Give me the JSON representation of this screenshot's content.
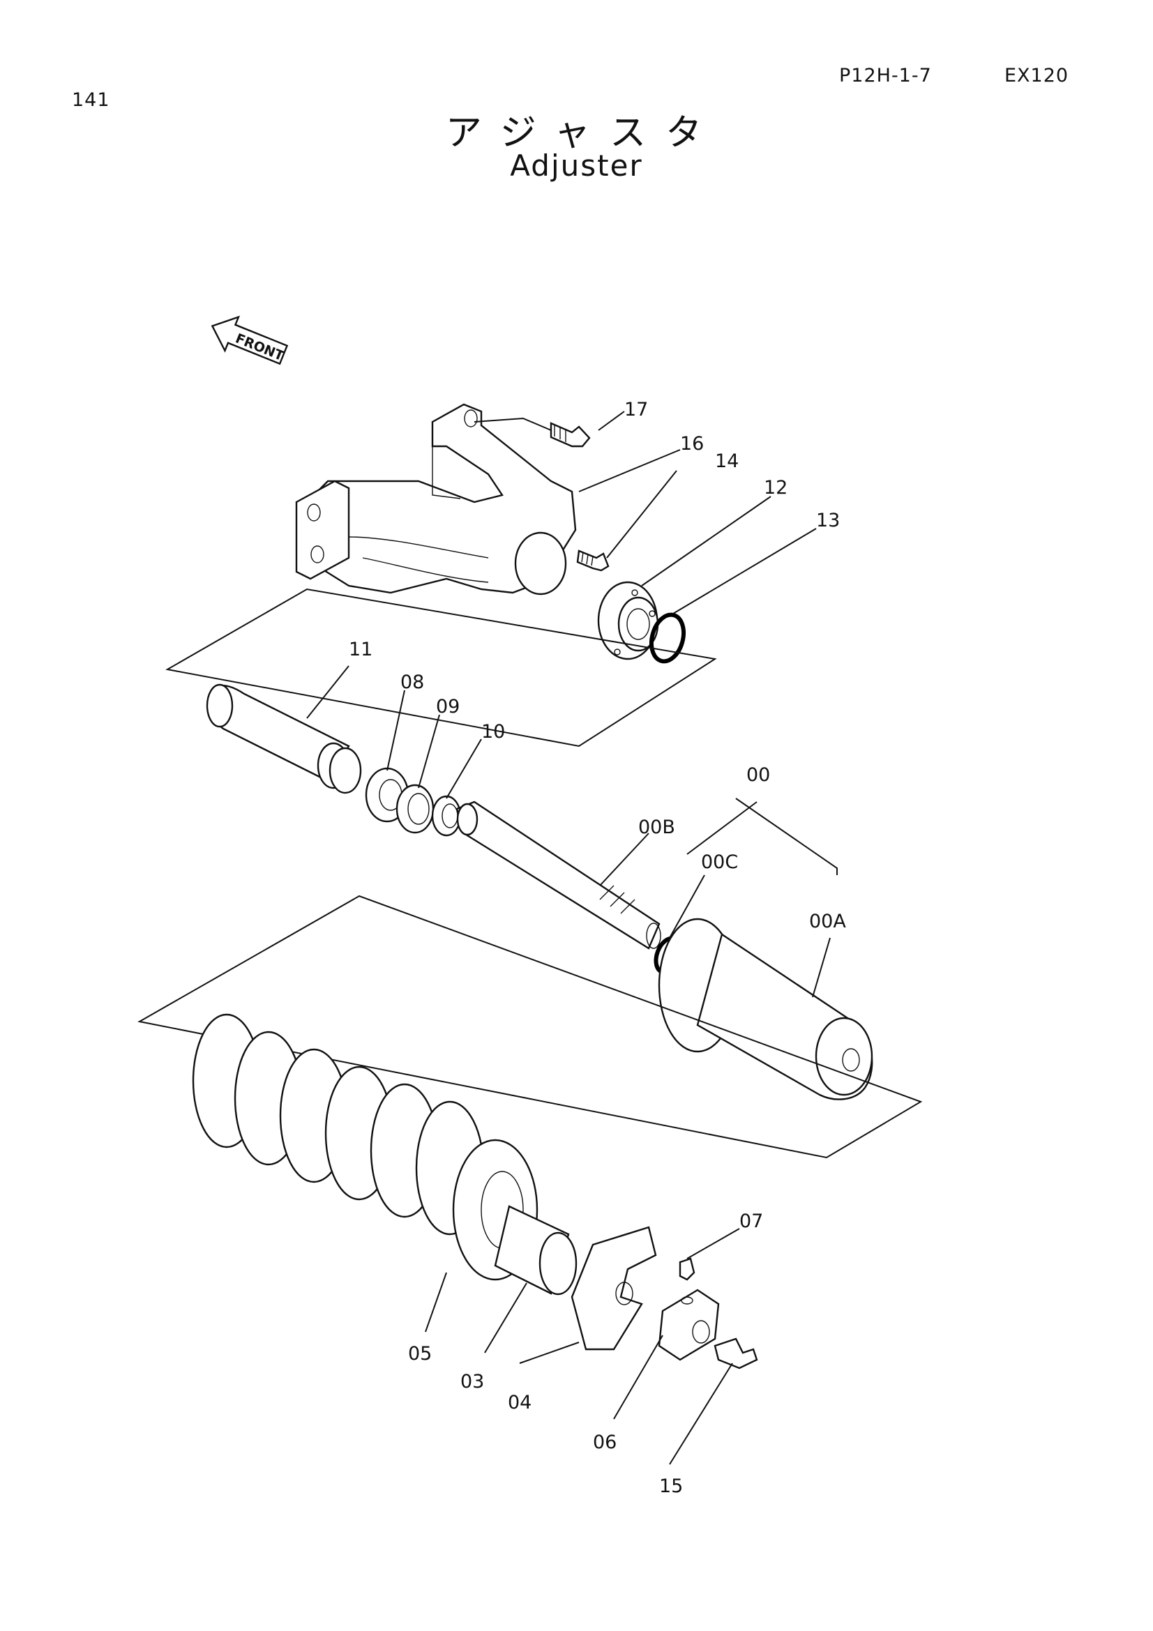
{
  "header": {
    "page_number": "141",
    "page_code": "P12H-1-7",
    "model": "EX120"
  },
  "title": {
    "japanese": "アジャスタ",
    "english": "Adjuster"
  },
  "front_marker": "FRONT",
  "part_labels": {
    "p00": "00",
    "p00A": "00A",
    "p00B": "00B",
    "p00C": "00C",
    "p03": "03",
    "p04": "04",
    "p05": "05",
    "p06": "06",
    "p07": "07",
    "p08": "08",
    "p09": "09",
    "p10": "10",
    "p11": "11",
    "p12": "12",
    "p13": "13",
    "p14": "14",
    "p15": "15",
    "p16": "16",
    "p17": "17"
  }
}
